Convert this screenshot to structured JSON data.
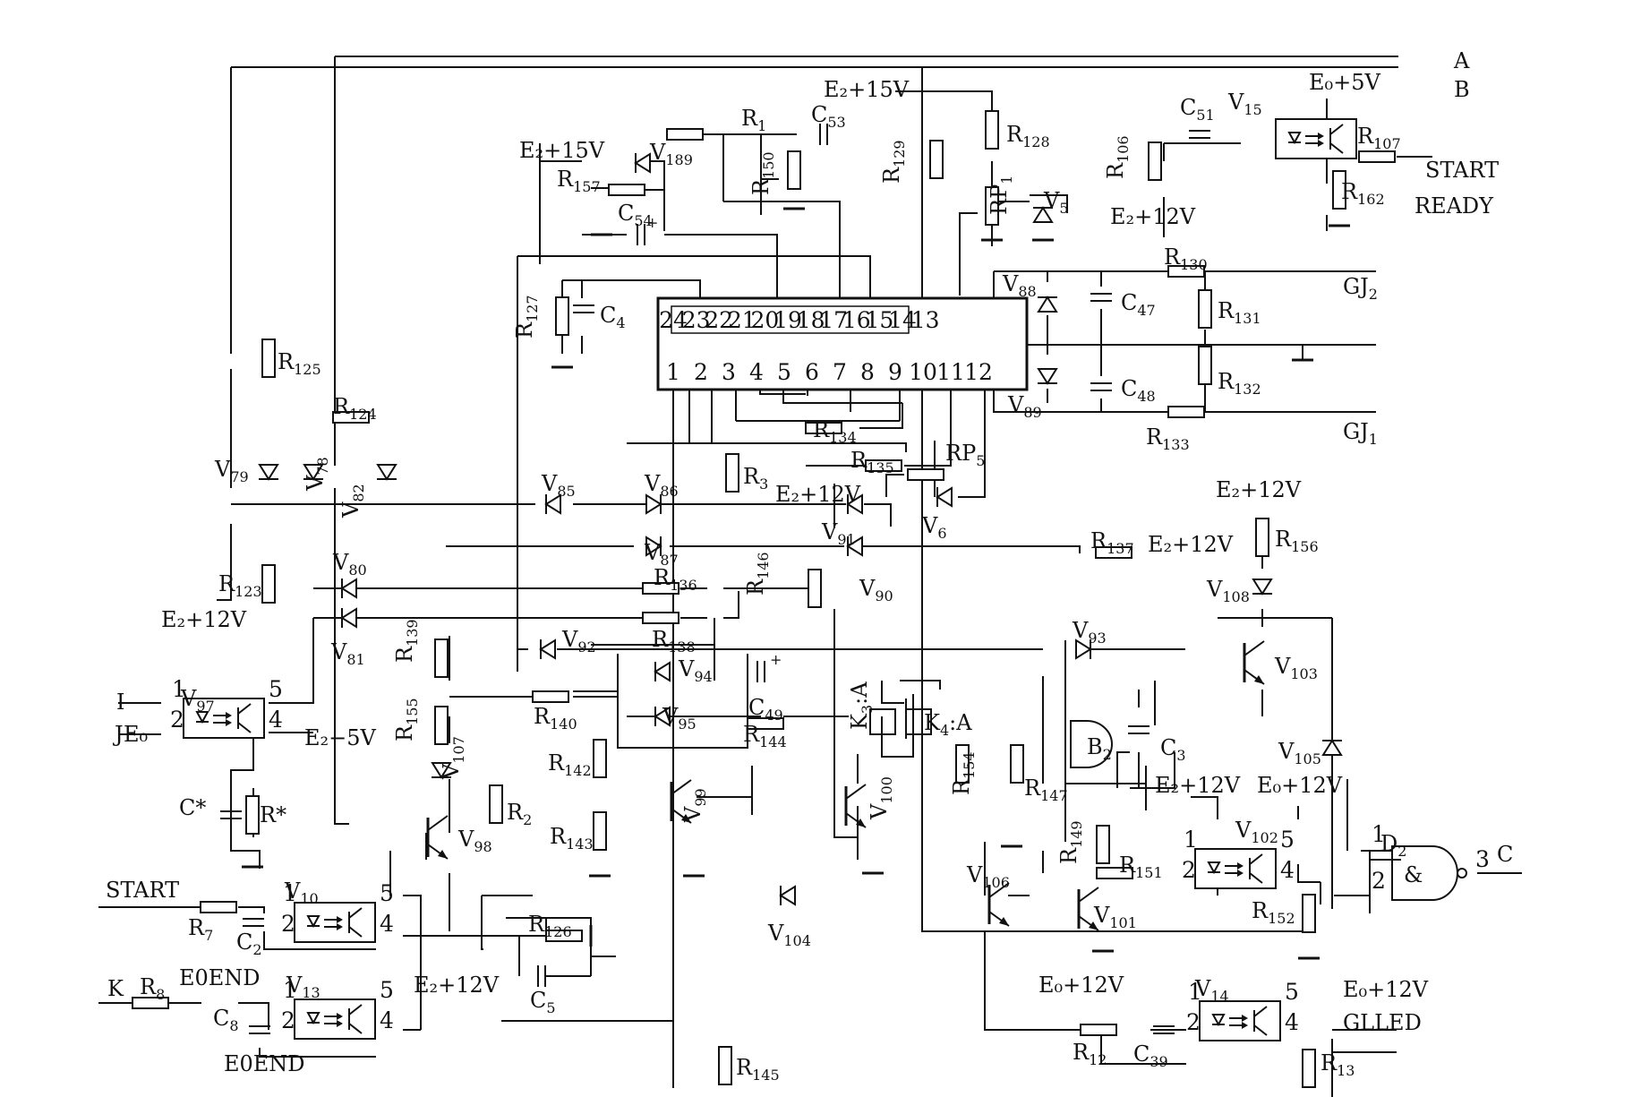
{
  "signals": {
    "A": "A",
    "B": "B",
    "C": "C",
    "start_ready_1": "START",
    "start_ready_2": "READY",
    "gj2": "GJ",
    "gj2_sub": "2",
    "gj1": "GJ",
    "gj1_sub": "1",
    "start": "START",
    "k": "K",
    "e0end_top": "E0END",
    "e0end_bottom": "E0END",
    "glled": "GLLED",
    "I": "I",
    "J": "J"
  },
  "supplies": {
    "e2_15v_top": "E₂+15V",
    "e2_15v_left": "E₂+15V",
    "e0_5v": "E₀+5V",
    "e2_12v_r106": "E₂+12V",
    "e2_12v_mid": "E₂+12V",
    "e2_12v_r137": "E₂+12V",
    "e2_12v_r156": "E₂+12V",
    "e2_12v_left": "E₂+12V",
    "e2_m5v": "E₂−5V",
    "e2_12v_b2": "E₂+12V",
    "e0_12v_v102": "E₀+12V",
    "e2_12v_v13": "E₂+12V",
    "e0_12v_v14l": "E₀+12V",
    "e0_12v_v14r": "E₀+12V",
    "e0": "E₀"
  },
  "components": [
    {
      "ref": "R",
      "sub": "1"
    },
    {
      "ref": "C",
      "sub": "53"
    },
    {
      "ref": "R",
      "sub": "150"
    },
    {
      "ref": "V",
      "sub": "189"
    },
    {
      "ref": "R",
      "sub": "157"
    },
    {
      "ref": "C",
      "sub": "54"
    },
    {
      "ref": "R",
      "sub": "129"
    },
    {
      "ref": "R",
      "sub": "128"
    },
    {
      "ref": "RP",
      "sub": "1"
    },
    {
      "ref": "V",
      "sub": "5"
    },
    {
      "ref": "R",
      "sub": "106"
    },
    {
      "ref": "C",
      "sub": "51"
    },
    {
      "ref": "V",
      "sub": "15"
    },
    {
      "ref": "R",
      "sub": "107"
    },
    {
      "ref": "R",
      "sub": "162"
    },
    {
      "ref": "R",
      "sub": "127"
    },
    {
      "ref": "C",
      "sub": "4"
    },
    {
      "ref": "V",
      "sub": "88"
    },
    {
      "ref": "C",
      "sub": "47"
    },
    {
      "ref": "R",
      "sub": "130"
    },
    {
      "ref": "R",
      "sub": "131"
    },
    {
      "ref": "V",
      "sub": "89"
    },
    {
      "ref": "C",
      "sub": "48"
    },
    {
      "ref": "R",
      "sub": "132"
    },
    {
      "ref": "R",
      "sub": "133"
    },
    {
      "ref": "R",
      "sub": "134"
    },
    {
      "ref": "R",
      "sub": "135"
    },
    {
      "ref": "RP",
      "sub": "5"
    },
    {
      "ref": "V",
      "sub": "6"
    },
    {
      "ref": "R",
      "sub": "3"
    },
    {
      "ref": "R",
      "sub": "125"
    },
    {
      "ref": "R",
      "sub": "124"
    },
    {
      "ref": "V",
      "sub": "79"
    },
    {
      "ref": "V",
      "sub": "78"
    },
    {
      "ref": "V",
      "sub": "82"
    },
    {
      "ref": "V",
      "sub": "85"
    },
    {
      "ref": "V",
      "sub": "86"
    },
    {
      "ref": "V",
      "sub": "87"
    },
    {
      "ref": "V",
      "sub": "91"
    },
    {
      "ref": "V",
      "sub": "90"
    },
    {
      "ref": "R",
      "sub": "137"
    },
    {
      "ref": "R",
      "sub": "156"
    },
    {
      "ref": "V",
      "sub": "108"
    },
    {
      "ref": "R",
      "sub": "123"
    },
    {
      "ref": "V",
      "sub": "80"
    },
    {
      "ref": "V",
      "sub": "81"
    },
    {
      "ref": "R",
      "sub": "136"
    },
    {
      "ref": "R",
      "sub": "146"
    },
    {
      "ref": "R",
      "sub": "138"
    },
    {
      "ref": "V",
      "sub": "92"
    },
    {
      "ref": "V",
      "sub": "93"
    },
    {
      "ref": "V",
      "sub": "103"
    },
    {
      "ref": "V",
      "sub": "94"
    },
    {
      "ref": "C",
      "sub": "49"
    },
    {
      "ref": "V",
      "sub": "95"
    },
    {
      "ref": "R",
      "sub": "144"
    },
    {
      "ref": "R",
      "sub": "139"
    },
    {
      "ref": "R",
      "sub": "140"
    },
    {
      "ref": "R",
      "sub": "155"
    },
    {
      "ref": "V",
      "sub": "107"
    },
    {
      "ref": "V",
      "sub": "97"
    },
    {
      "ref": "R",
      "sub": "142"
    },
    {
      "ref": "R",
      "sub": "143"
    },
    {
      "ref": "V",
      "sub": "99"
    },
    {
      "ref": "K",
      "sub": "3"
    },
    {
      "ref": "K",
      "sub": "4"
    },
    {
      "ref": "V",
      "sub": "100"
    },
    {
      "ref": "R",
      "sub": "154"
    },
    {
      "ref": "R",
      "sub": "147"
    },
    {
      "ref": "B",
      "sub": "2"
    },
    {
      "ref": "C",
      "sub": "3"
    },
    {
      "ref": "V",
      "sub": "105"
    },
    {
      "ref": "R",
      "sub": "2"
    },
    {
      "ref": "V",
      "sub": "98"
    },
    {
      "ref": "C*",
      "sub": ""
    },
    {
      "ref": "R*",
      "sub": ""
    },
    {
      "ref": "R",
      "sub": "149"
    },
    {
      "ref": "R",
      "sub": "151"
    },
    {
      "ref": "V",
      "sub": "101"
    },
    {
      "ref": "V",
      "sub": "102"
    },
    {
      "ref": "R",
      "sub": "152"
    },
    {
      "ref": "D",
      "sub": "2"
    },
    {
      "ref": "V",
      "sub": "106"
    },
    {
      "ref": "V",
      "sub": "104"
    },
    {
      "ref": "V",
      "sub": "10"
    },
    {
      "ref": "R",
      "sub": "7"
    },
    {
      "ref": "C",
      "sub": "2"
    },
    {
      "ref": "R",
      "sub": "126"
    },
    {
      "ref": "C",
      "sub": "5"
    },
    {
      "ref": "V",
      "sub": "13"
    },
    {
      "ref": "R",
      "sub": "8"
    },
    {
      "ref": "C",
      "sub": "8"
    },
    {
      "ref": "R",
      "sub": "145"
    },
    {
      "ref": "V",
      "sub": "14"
    },
    {
      "ref": "R",
      "sub": "12"
    },
    {
      "ref": "C",
      "sub": "39"
    },
    {
      "ref": "R",
      "sub": "13"
    }
  ],
  "ic_pins_top": [
    "24",
    "23",
    "22",
    "21",
    "20",
    "19",
    "18",
    "17",
    "16",
    "15",
    "14",
    "13"
  ],
  "ic_pins_bottom": [
    "1",
    "2",
    "3",
    "4",
    "5",
    "6",
    "7",
    "8",
    "9",
    "10",
    "11",
    "12"
  ],
  "opto_pins": [
    "1",
    "2",
    "4",
    "5"
  ],
  "relay_suffix": ":A",
  "gate_pins": [
    "1",
    "2",
    "3"
  ],
  "gate_symbol": "&",
  "polarity_plus": "+"
}
